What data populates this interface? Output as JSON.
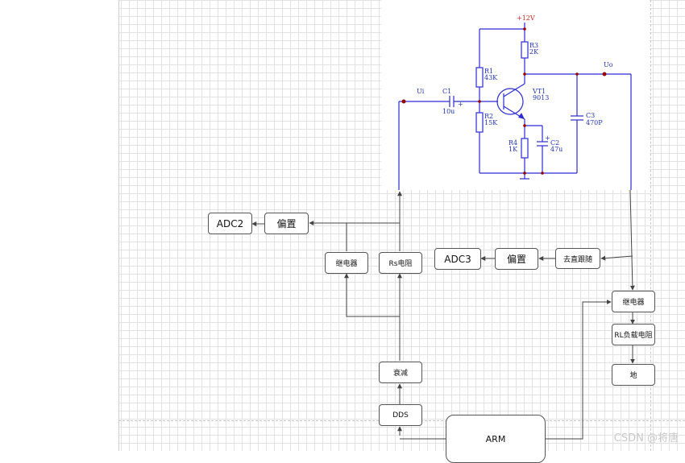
{
  "schematic": {
    "supply": "+12V",
    "r3_name": "R3",
    "r3_value": "2K",
    "r1_name": "R1",
    "r1_value": "43K",
    "r2_name": "R2",
    "r2_value": "15K",
    "r4_name": "R4",
    "r4_value": "1K",
    "c1_name": "C1",
    "c1_value": "10u",
    "c2_name": "C2",
    "c2_value": "47u",
    "c3_name": "C3",
    "c3_value": "470P",
    "vt1_name": "VT1",
    "vt1_value": "9013",
    "input_label": "Ui",
    "output_label": "Uo",
    "plus": "+"
  },
  "blocks": {
    "adc2": "ADC2",
    "bias1": "偏置",
    "relay1": "继电器",
    "rs": "Rs电阻",
    "adc3": "ADC3",
    "bias2": "偏置",
    "dc_remove": "去直跟随",
    "relay2": "继电器",
    "load": "RL负载电阻",
    "ground": "地",
    "atten": "衰减",
    "dds": "DDS",
    "arm": "ARM"
  },
  "watermark": "CSDN @将唐",
  "colors": {
    "wire": "#2b2bd0",
    "node_dot": "#990000",
    "connector": "#444444",
    "supply": "#cc2222"
  }
}
